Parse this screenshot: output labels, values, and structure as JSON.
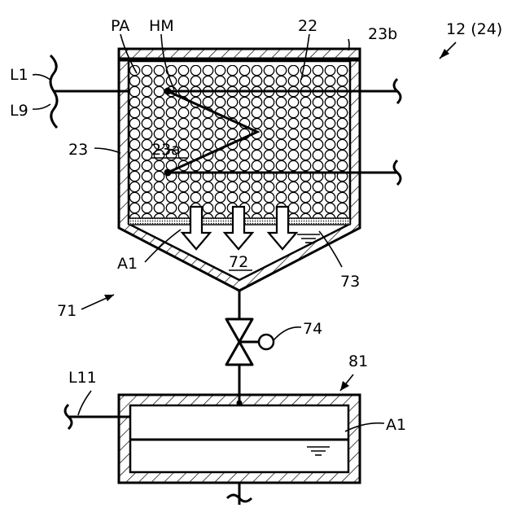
{
  "figure": {
    "ref_main": "12 (24)",
    "labels": {
      "pa": "PA",
      "hm": "HM",
      "n22": "22",
      "n23b": "23b",
      "l1": "L1",
      "l9": "L9",
      "n23": "23",
      "n23a": "23a",
      "a1_upper": "A1",
      "n72": "72",
      "n73": "73",
      "n71": "71",
      "n74": "74",
      "n81": "81",
      "l11": "L11",
      "a1_lower": "A1"
    }
  }
}
